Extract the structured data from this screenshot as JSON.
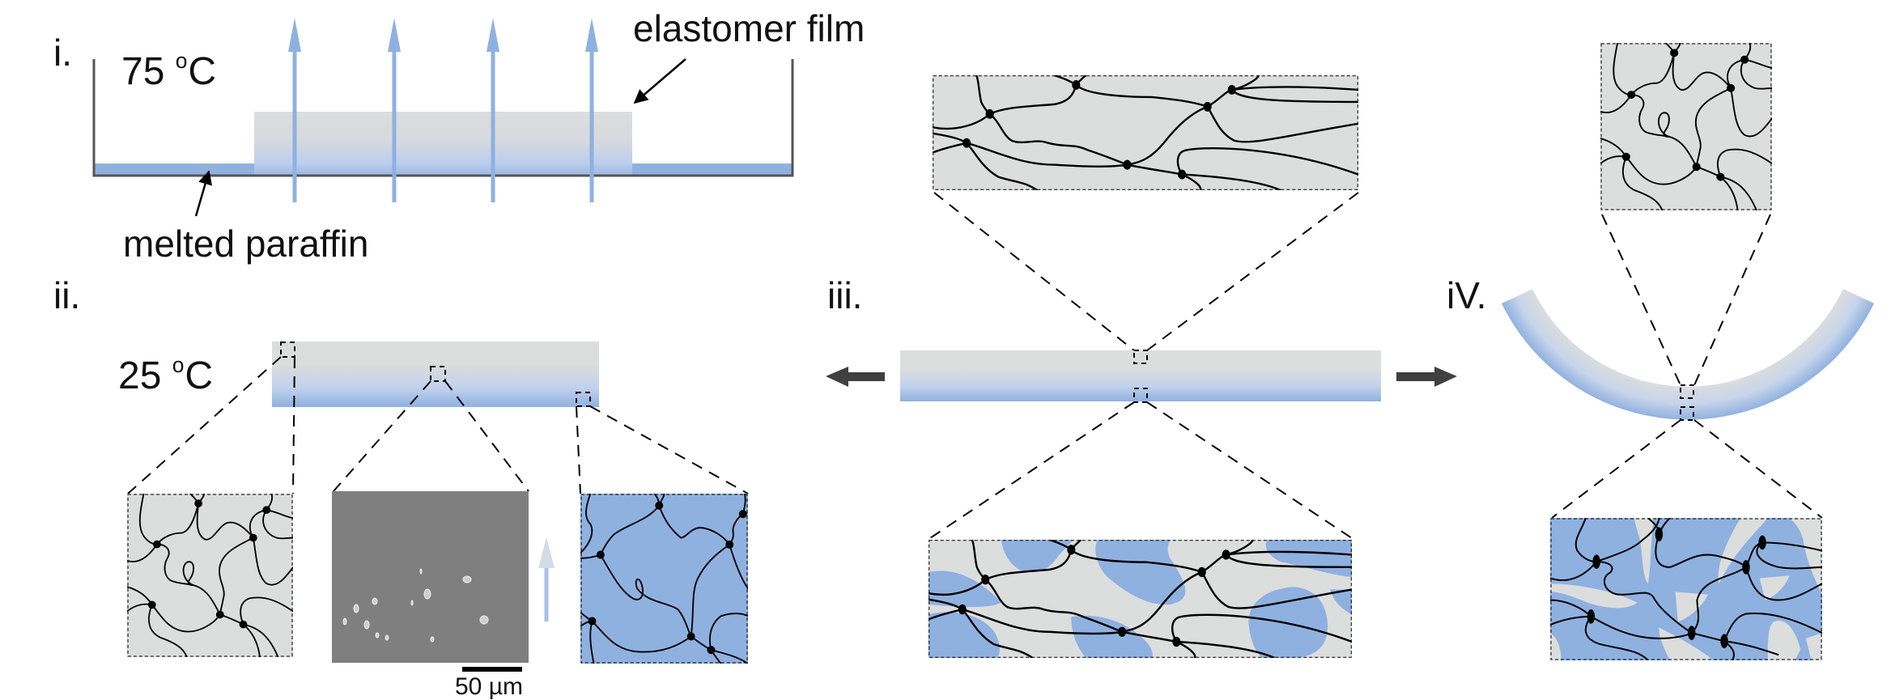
{
  "figure": {
    "panels": [
      {
        "id": "i",
        "label": "i.",
        "temperature": "75",
        "temperature_unit": "C",
        "degree_symbol": "o",
        "annotations": {
          "film": "elastomer film",
          "paraffin": "melted paraffin"
        },
        "evaporation_arrows": 4
      },
      {
        "id": "ii",
        "label": "ii.",
        "temperature": "25",
        "temperature_unit": "C",
        "degree_symbol": "o",
        "zoom_views": [
          "elastomer-network",
          "sem-micrograph",
          "paraffin-filled-network"
        ],
        "scale_bar": "50 µm"
      },
      {
        "id": "iii",
        "label": "iii.",
        "state": "stretched",
        "stretch_arrows": [
          "left",
          "right"
        ],
        "zoom_views": [
          "elastomer-network-top",
          "paraffin-cracked-network-bottom"
        ]
      },
      {
        "id": "iv",
        "label": "iV.",
        "state": "bent",
        "zoom_views": [
          "elastomer-network-top",
          "paraffin-cracked-network-bottom"
        ]
      }
    ],
    "colors": {
      "elastomer_gray": "#dcdddd",
      "paraffin_blue": "#8fb1e0",
      "container_line": "#555555",
      "stretch_arrow": "#404040",
      "chain": "#000000"
    },
    "icons": {
      "evaporation": "up-arrow",
      "stretch_left": "left-arrow",
      "stretch_right": "right-arrow",
      "pointer": "pointer-arrow"
    }
  }
}
